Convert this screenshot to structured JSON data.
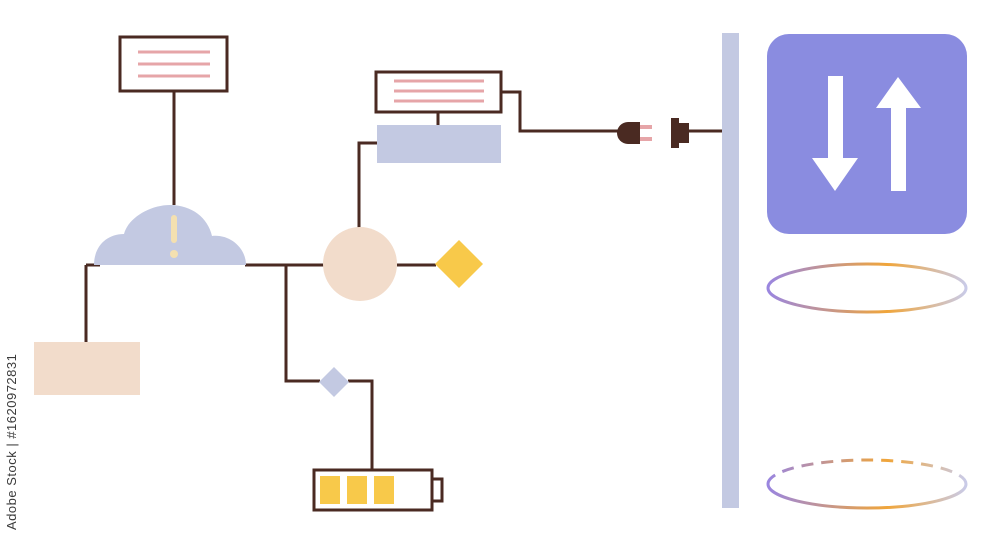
{
  "watermark": {
    "text": "Adobe Stock | #1620972831"
  },
  "colors": {
    "line": "#4a2a22",
    "note_stripe": "#e6a5a8",
    "cloud": "#c3c9e2",
    "exclamation": "#f4e0b0",
    "peach": "#f2dccb",
    "lavender_box": "#c3c9e2",
    "diamond_yellow": "#f8c94a",
    "diamond_lavender": "#c3c9e2",
    "battery_cell": "#f8c94a",
    "plug": "#4a2a22",
    "plug_pins": "#e6a5a8",
    "wall": "#c3c9e2",
    "arrows_tile": "#8a8ce0",
    "arrow": "#ffffff",
    "cylinder_warm": "#f0a53a",
    "cylinder_cool": "#9a86e0"
  },
  "icons": {
    "note_top": "note-card-icon",
    "note_mid": "note-card-icon",
    "cloud": "cloud-alert-icon",
    "hub": "circle-node-icon",
    "diamond_right": "diamond-icon",
    "diamond_small": "diamond-icon",
    "battery": "battery-full-icon",
    "plug": "power-plug-icon",
    "socket": "power-socket-icon",
    "transfer": "up-down-arrows-icon",
    "database": "cylinder-database-icon"
  },
  "battery": {
    "cells_filled": 3,
    "cells_total": 3
  }
}
